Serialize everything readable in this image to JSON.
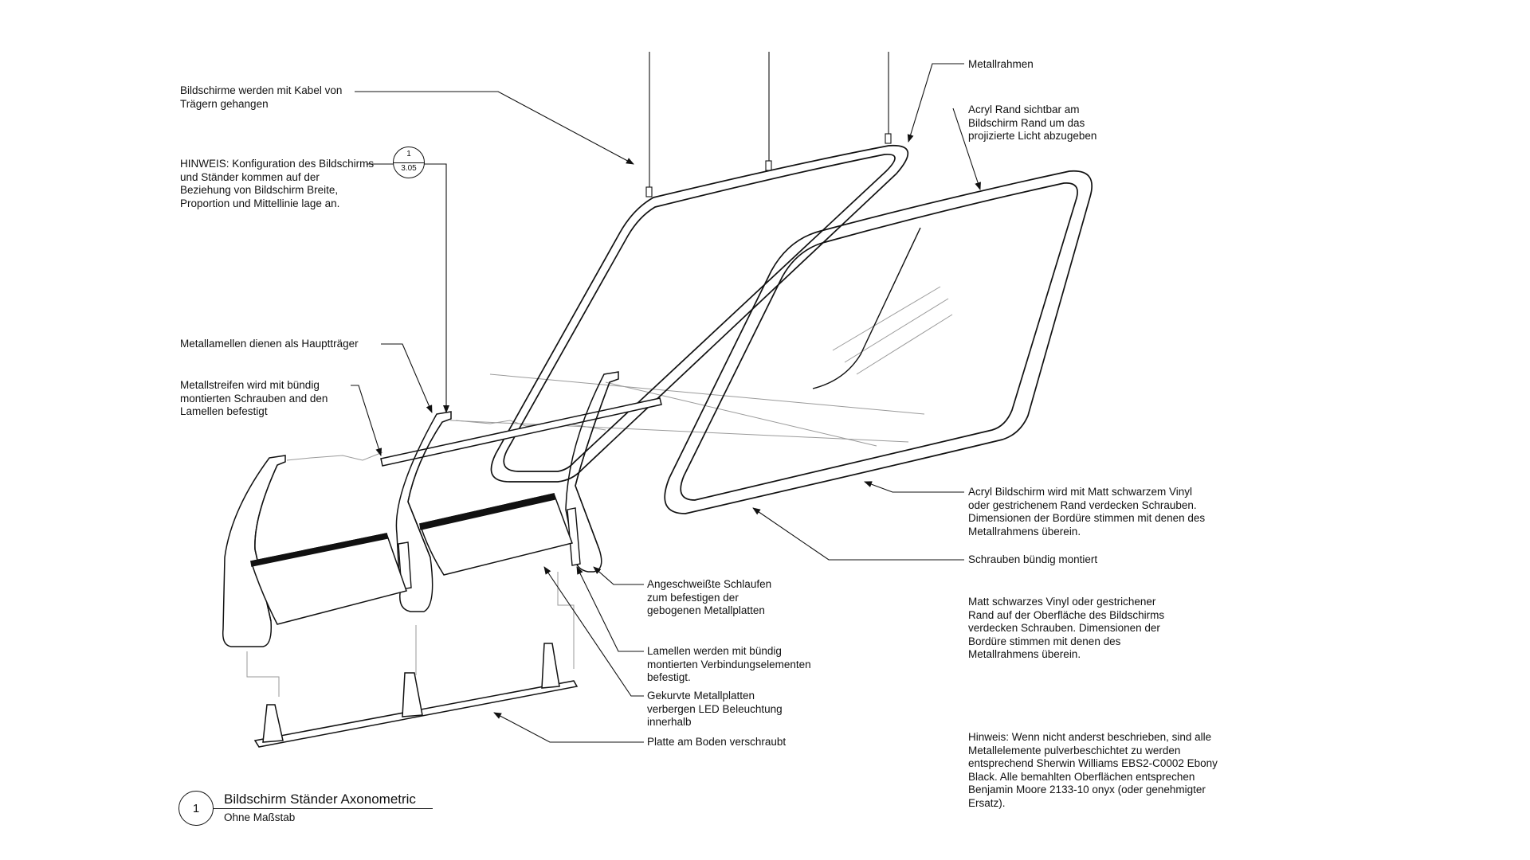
{
  "notes": {
    "cables": "Bildschirme werden mit Kabel von\nTrägern gehangen",
    "hinweis_config": "HINWEIS: Konfiguration des Bildschirms\nund Ständer kommen auf der\nBeziehung von Bildschirm Breite,\nProportion und Mittellinie lage an.",
    "metallamellen": "Metallamellen dienen als Hauptträger",
    "metallstreifen": "Metallstreifen wird mit bündig\nmontierten Schrauben and den\nLamellen befestigt",
    "metallrahmen": "Metallrahmen",
    "acryl_rand": "Acryl Rand sichtbar am\nBildschirm Rand um das\nprojizierte Licht abzugeben",
    "acryl_bildschirm": "Acryl Bildschirm wird mit Matt schwarzem Vinyl\noder gestrichenem Rand verdecken Schrauben.\nDimensionen der Bordüre stimmen mit denen des\nMetallrahmens überein.",
    "schrauben": "Schrauben bündig montiert",
    "matt_vinyl": "Matt schwarzes Vinyl oder gestrichener\nRand auf der Oberfläche des Bildschirms\nverdecken Schrauben. Dimensionen der\nBordüre stimmen mit denen des\nMetallrahmens überein.",
    "schlaufen": "Angeschweißte Schlaufen\nzum befestigen der\ngebogenen Metallplatten",
    "lamellen_verbindung": "Lamellen werden mit bündig\nmontierten Verbindungselementen\nbefestigt.",
    "gekurvte": "Gekurvte Metallplatten\nverbergen LED Beleuchtung\ninnerhalb",
    "platte": "Platte am Boden verschraubt",
    "hinweis_farbe": "Hinweis: Wenn nicht anderst beschrieben, sind alle\nMetallelemente pulverbeschichtet zu werden\nentsprechend Sherwin Williams EBS2-C0002 Ebony\nBlack. Alle bemahlten Oberflächen entsprechen\nBenjamin Moore 2133-10 onyx (oder genehmigter\nErsatz)."
  },
  "detail_reference": {
    "number": "1",
    "sheet": "3.05"
  },
  "title_block": {
    "number": "1",
    "title": "Bildschirm Ständer Axonometric",
    "scale": "Ohne Maßstab"
  },
  "colors": {
    "line": "#111111",
    "thin_line": "#9a9a9a"
  }
}
